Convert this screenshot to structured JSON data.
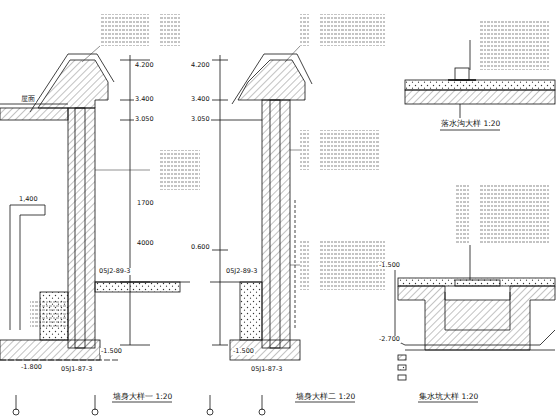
{
  "diagram": {
    "labels": [
      "4.200",
      "3.400",
      "3.050",
      "1700",
      "4000",
      "1,400",
      "屋面",
      "05J2-89-3",
      "-1.500",
      "-1.800",
      "05J1-87-3",
      "墙身大样一 1:20",
      "4.200",
      "3.400",
      "3.050",
      "0.600",
      "05J2-89-3",
      "-1.500",
      "05J1-87-3",
      "墙身大样二 1:20",
      "落水沟大样 1:20",
      "-1.500",
      "-2.700",
      "集水坑大样 1:20"
    ]
  }
}
